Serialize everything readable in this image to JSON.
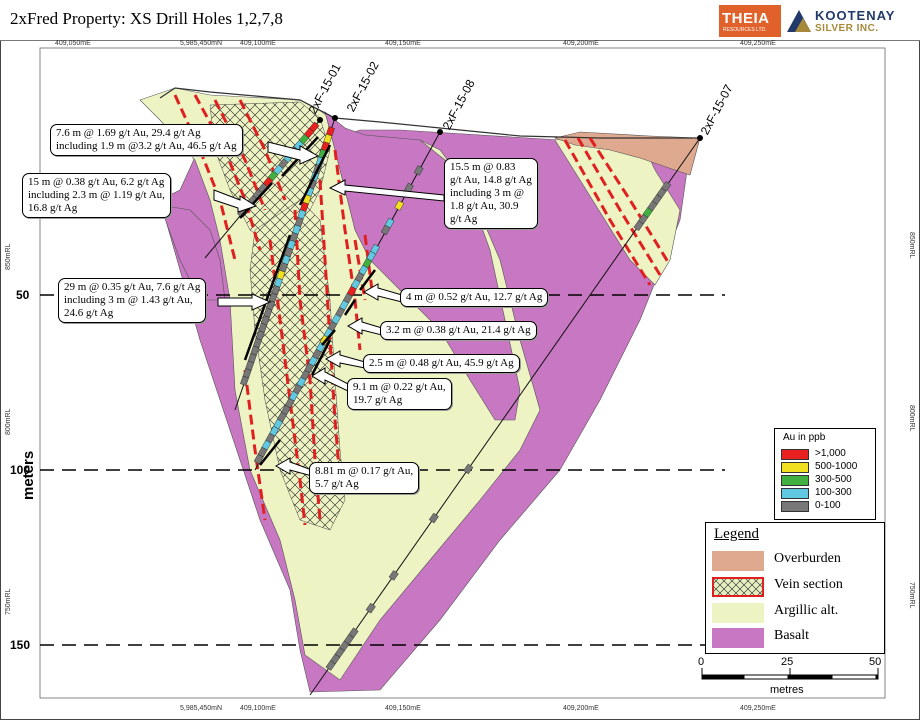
{
  "title": "2xFred Property: XS Drill Holes 1,2,7,8",
  "logos": {
    "theia": {
      "name": "THEIA",
      "sub": "RESOURCES LTD."
    },
    "kootenay": {
      "name": "KOOTENAY",
      "sub": "SILVER INC."
    }
  },
  "top_coords": [
    "409,050mE",
    "5,985,450mN",
    "409,100mE",
    "409,150mE",
    "409,200mE",
    "409,250mE"
  ],
  "bottom_coords": [
    "5,985,450mN",
    "409,100mE",
    "409,150mE",
    "409,200mE",
    "409,250mE"
  ],
  "rl_left": [
    "850mRL",
    "800mRL",
    "750mRL"
  ],
  "rl_right": [
    "850mRL",
    "800mRL",
    "750mRL"
  ],
  "depth_axis": {
    "label": "meters",
    "ticks": [
      "50",
      "100",
      "150"
    ]
  },
  "drill_holes": [
    "2xF-15-01",
    "2xF-15-02",
    "2xF-15-08",
    "2xF-15-07"
  ],
  "callouts": [
    {
      "lines": [
        "7.6 m @ 1.69 g/t Au, 29.4 g/t Ag",
        "including 1.9 m @3.2 g/t Au, 46.5 g/t Ag"
      ]
    },
    {
      "lines": [
        "15 m @ 0.38 g/t Au, 6.2 g/t Ag",
        "including 2.3 m @ 1.19 g/t Au,",
        "16.8 g/t Ag"
      ]
    },
    {
      "lines": [
        "15.5 m @ 0.83",
        "g/t Au, 14.8 g/t Ag",
        "including 3 m @",
        "1.8 g/t Au, 30.9",
        "g/t Ag"
      ]
    },
    {
      "lines": [
        "29 m @ 0.35 g/t Au, 7.6 g/t Ag",
        "including 3 m @ 1.43 g/t Au,",
        "24.6 g/t Ag"
      ]
    },
    {
      "lines": [
        "4 m @ 0.52 g/t Au, 12.7 g/t Ag"
      ]
    },
    {
      "lines": [
        "3.2 m @ 0.38 g/t Au, 21.4 g/t Ag"
      ]
    },
    {
      "lines": [
        "2.5 m @ 0.48 g/t Au, 45.9 g/t Ag"
      ]
    },
    {
      "lines": [
        "9.1 m @ 0.22 g/t Au,",
        "19.7 g/t Ag"
      ]
    },
    {
      "lines": [
        "8.81 m @ 0.17 g/t Au,",
        "5.7 g/t Ag"
      ]
    }
  ],
  "au_legend": {
    "title": "Au in ppb",
    "items": [
      {
        "label": ">1,000",
        "color": "#e82020"
      },
      {
        "label": "500-1000",
        "color": "#f0e020"
      },
      {
        "label": "300-500",
        "color": "#40b040"
      },
      {
        "label": "100-300",
        "color": "#60c8e0"
      },
      {
        "label": "0-100",
        "color": "#777777"
      }
    ]
  },
  "legend": {
    "title": "Legend",
    "items": [
      {
        "label": "Overburden",
        "color": "#dfa98f"
      },
      {
        "label": "Vein section",
        "color": "#e4eec0"
      },
      {
        "label": "Argillic alt.",
        "color": "#eef3c4"
      },
      {
        "label": "Basalt",
        "color": "#c877c2"
      }
    ]
  },
  "scale": {
    "ticks": [
      "0",
      "25",
      "50"
    ],
    "unit": "metres"
  },
  "colors": {
    "argillic": "#eef3c4",
    "basalt": "#c877c2",
    "overburden": "#dfa98f",
    "vein_line": "#e02020"
  }
}
